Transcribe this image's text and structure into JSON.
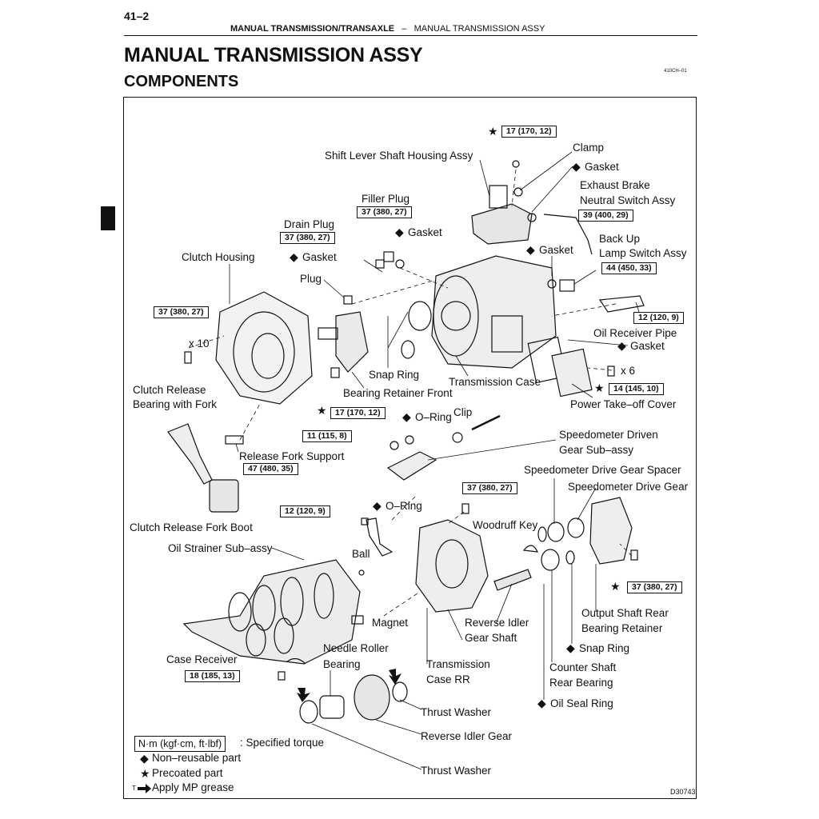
{
  "header": {
    "page_number": "41–2",
    "section": "MANUAL TRANSMISSION/TRANSAXLE",
    "separator": "–",
    "subsection": "MANUAL TRANSMISSION ASSY",
    "title": "MANUAL TRANSMISSION ASSY",
    "subtitle": "COMPONENTS",
    "code": "410CH–01"
  },
  "labels": {
    "shift_lever": "Shift Lever Shaft Housing Assy",
    "clamp": "Clamp",
    "gasket_top": "Gasket",
    "exhaust_brake_1": "Exhaust Brake",
    "exhaust_brake_2": "Neutral Switch Assy",
    "filler_plug": "Filler Plug",
    "gasket_filler": "Gasket",
    "drain_plug": "Drain Plug",
    "back_up_1": "Back Up",
    "back_up_2": "Lamp Switch Assy",
    "gasket_backup": "Gasket",
    "clutch_housing": "Clutch Housing",
    "gasket_drain": "Gasket",
    "plug": "Plug",
    "x10": "x 10",
    "oil_receiver_pipe": "Oil Receiver Pipe",
    "gasket_pto": "Gasket",
    "x6": "x 6",
    "snap_ring_front": "Snap Ring",
    "transmission_case": "Transmission Case",
    "bearing_retainer_front": "Bearing Retainer Front",
    "clutch_release_1": "Clutch Release",
    "clutch_release_2": "Bearing with Fork",
    "power_takeoff_cover": "Power Take–off Cover",
    "o_ring_top": "O–Ring",
    "clip": "Clip",
    "speedo_driven_1": "Speedometer Driven",
    "speedo_driven_2": "Gear Sub–assy",
    "release_fork_support": "Release Fork Support",
    "speedo_drive_spacer": "Speedometer Drive Gear Spacer",
    "speedo_drive_gear": "Speedometer Drive Gear",
    "o_ring_mid": "O–Ring",
    "woodruff_key": "Woodruff Key",
    "clutch_release_boot": "Clutch Release Fork Boot",
    "oil_strainer": "Oil Strainer Sub–assy",
    "ball": "Ball",
    "magnet": "Magnet",
    "reverse_idler_shaft_1": "Reverse Idler",
    "reverse_idler_shaft_2": "Gear Shaft",
    "output_retainer_1": "Output Shaft Rear",
    "output_retainer_2": "Bearing Retainer",
    "needle_bearing_1": "Needle Roller",
    "needle_bearing_2": "Bearing",
    "snap_ring_rear": "Snap Ring",
    "case_receiver": "Case Receiver",
    "trans_case_rr_1": "Transmission",
    "trans_case_rr_2": "Case RR",
    "counter_bearing_1": "Counter Shaft",
    "counter_bearing_2": "Rear Bearing",
    "oil_seal_ring": "Oil Seal Ring",
    "thrust_washer_1": "Thrust Washer",
    "reverse_idler_gear": "Reverse Idler Gear",
    "thrust_washer_2": "Thrust Washer"
  },
  "torques": {
    "t_shift": "17 (170, 12)",
    "t_exhaust": "39 (400, 29)",
    "t_filler": "37 (380, 27)",
    "t_drain": "37 (380, 27)",
    "t_backup": "44 (450, 33)",
    "t_clutch": "37 (380, 27)",
    "t_oilpipe": "12 (120, 9)",
    "t_pto": "14 (145, 10)",
    "t_retainer": "17 (170, 12)",
    "t_speedo": "11 (115, 8)",
    "t_fork": "47 (480, 35)",
    "t_rr_top": "37 (380, 27)",
    "t_strainer": "12 (120, 9)",
    "t_output": "37 (380, 27)",
    "t_case_recv": "18 (185, 13)"
  },
  "symbols": {
    "diamond": "◆",
    "star": "★"
  },
  "legend": {
    "unit_box": "N·m (kgf·cm, ft·lbf)",
    "unit_text": ": Specified torque",
    "non_reusable": "Non–reusable part",
    "precoated": "Precoated part",
    "mp_prefix": "T",
    "mp_grease": "Apply MP grease"
  },
  "figure_code": "D30743"
}
